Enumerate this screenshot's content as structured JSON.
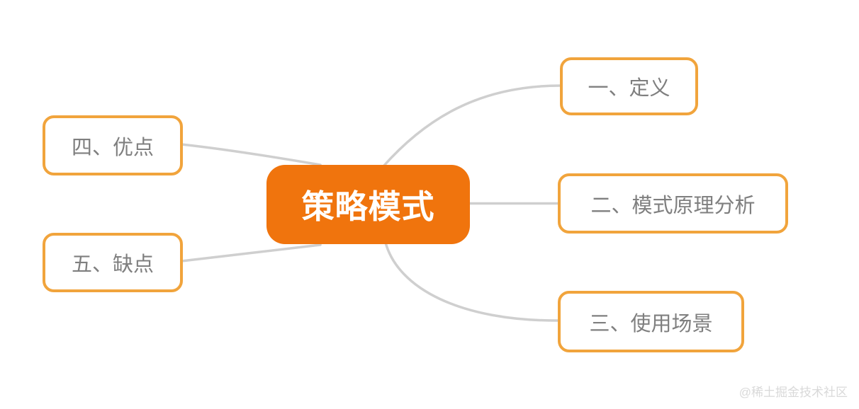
{
  "diagram": {
    "type": "mindmap",
    "title": "策略模式",
    "root": {
      "label": "策略模式",
      "fill_color": "#F0740D",
      "text_color": "#FFFFFF"
    },
    "branches": [
      {
        "id": "definition",
        "label": "一、定义",
        "side": "right"
      },
      {
        "id": "principle-analysis",
        "label": "二、模式原理分析",
        "side": "right"
      },
      {
        "id": "use-cases",
        "label": "三、使用场景",
        "side": "right"
      },
      {
        "id": "advantages",
        "label": "四、优点",
        "side": "left"
      },
      {
        "id": "disadvantages",
        "label": "五、缺点",
        "side": "left"
      }
    ],
    "colors": {
      "branch_border": "#F1A43C",
      "branch_text": "#7F7F7F",
      "connector": "#CFCFCF",
      "background": "#FFFFFF"
    }
  },
  "watermark": {
    "text": "@稀土掘金技术社区"
  }
}
